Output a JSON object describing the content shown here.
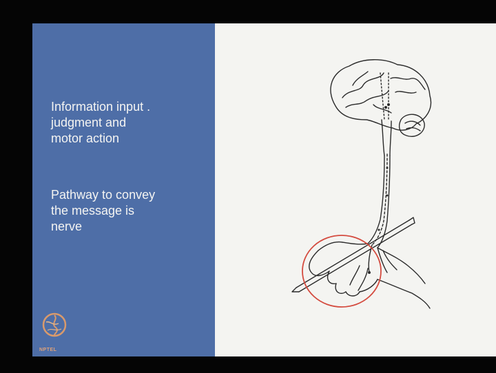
{
  "slide": {
    "points": [
      {
        "lines": [
          "Information  input .",
          "judgment and",
          "motor action"
        ]
      },
      {
        "lines": [
          "Pathway to convey",
          "the message is",
          "nerve"
        ]
      }
    ],
    "logo": {
      "icon": "nptel-logo-icon",
      "label": "NPTEL"
    },
    "illustration": {
      "icon": "brain-nerve-hand-diagram-icon"
    },
    "colors": {
      "left_panel": "#4e6ea7",
      "slide_background": "#f4f4f1",
      "highlight_circle": "#d44b3f",
      "text": "#f4f4f2"
    }
  }
}
